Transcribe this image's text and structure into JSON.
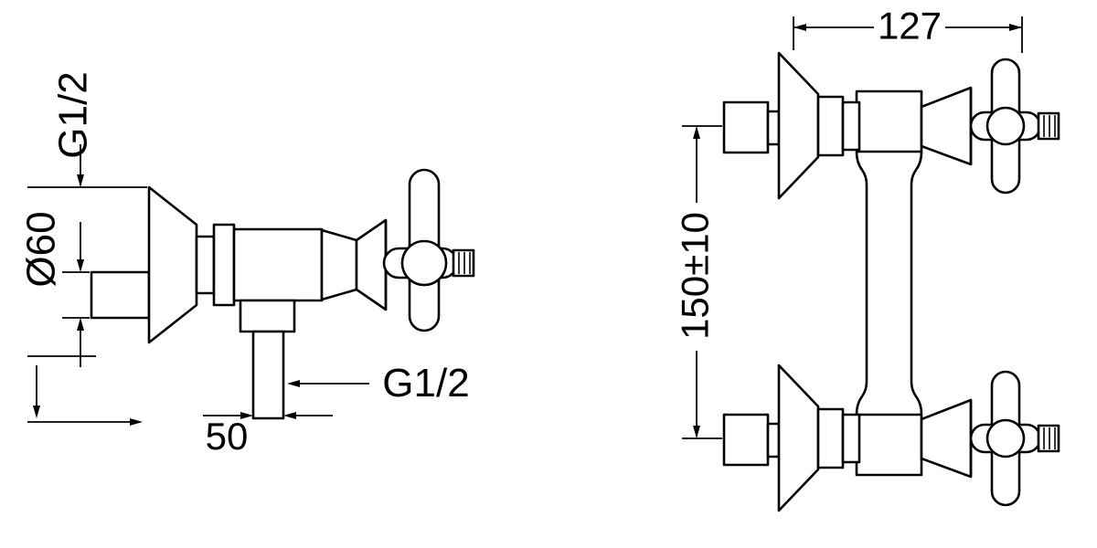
{
  "drawing": {
    "kind": "faucet-technical-drawing",
    "colors": {
      "line": "#000000",
      "background": "#ffffff"
    },
    "views": {
      "side": {
        "dims": {
          "top_thread": "G1/2",
          "outlet_diameter": "Ø60",
          "outlet_spacing": "50",
          "bottom_thread": "G1/2"
        }
      },
      "front": {
        "dims": {
          "overall_width": "127",
          "center_distance": "150±10"
        }
      }
    }
  }
}
